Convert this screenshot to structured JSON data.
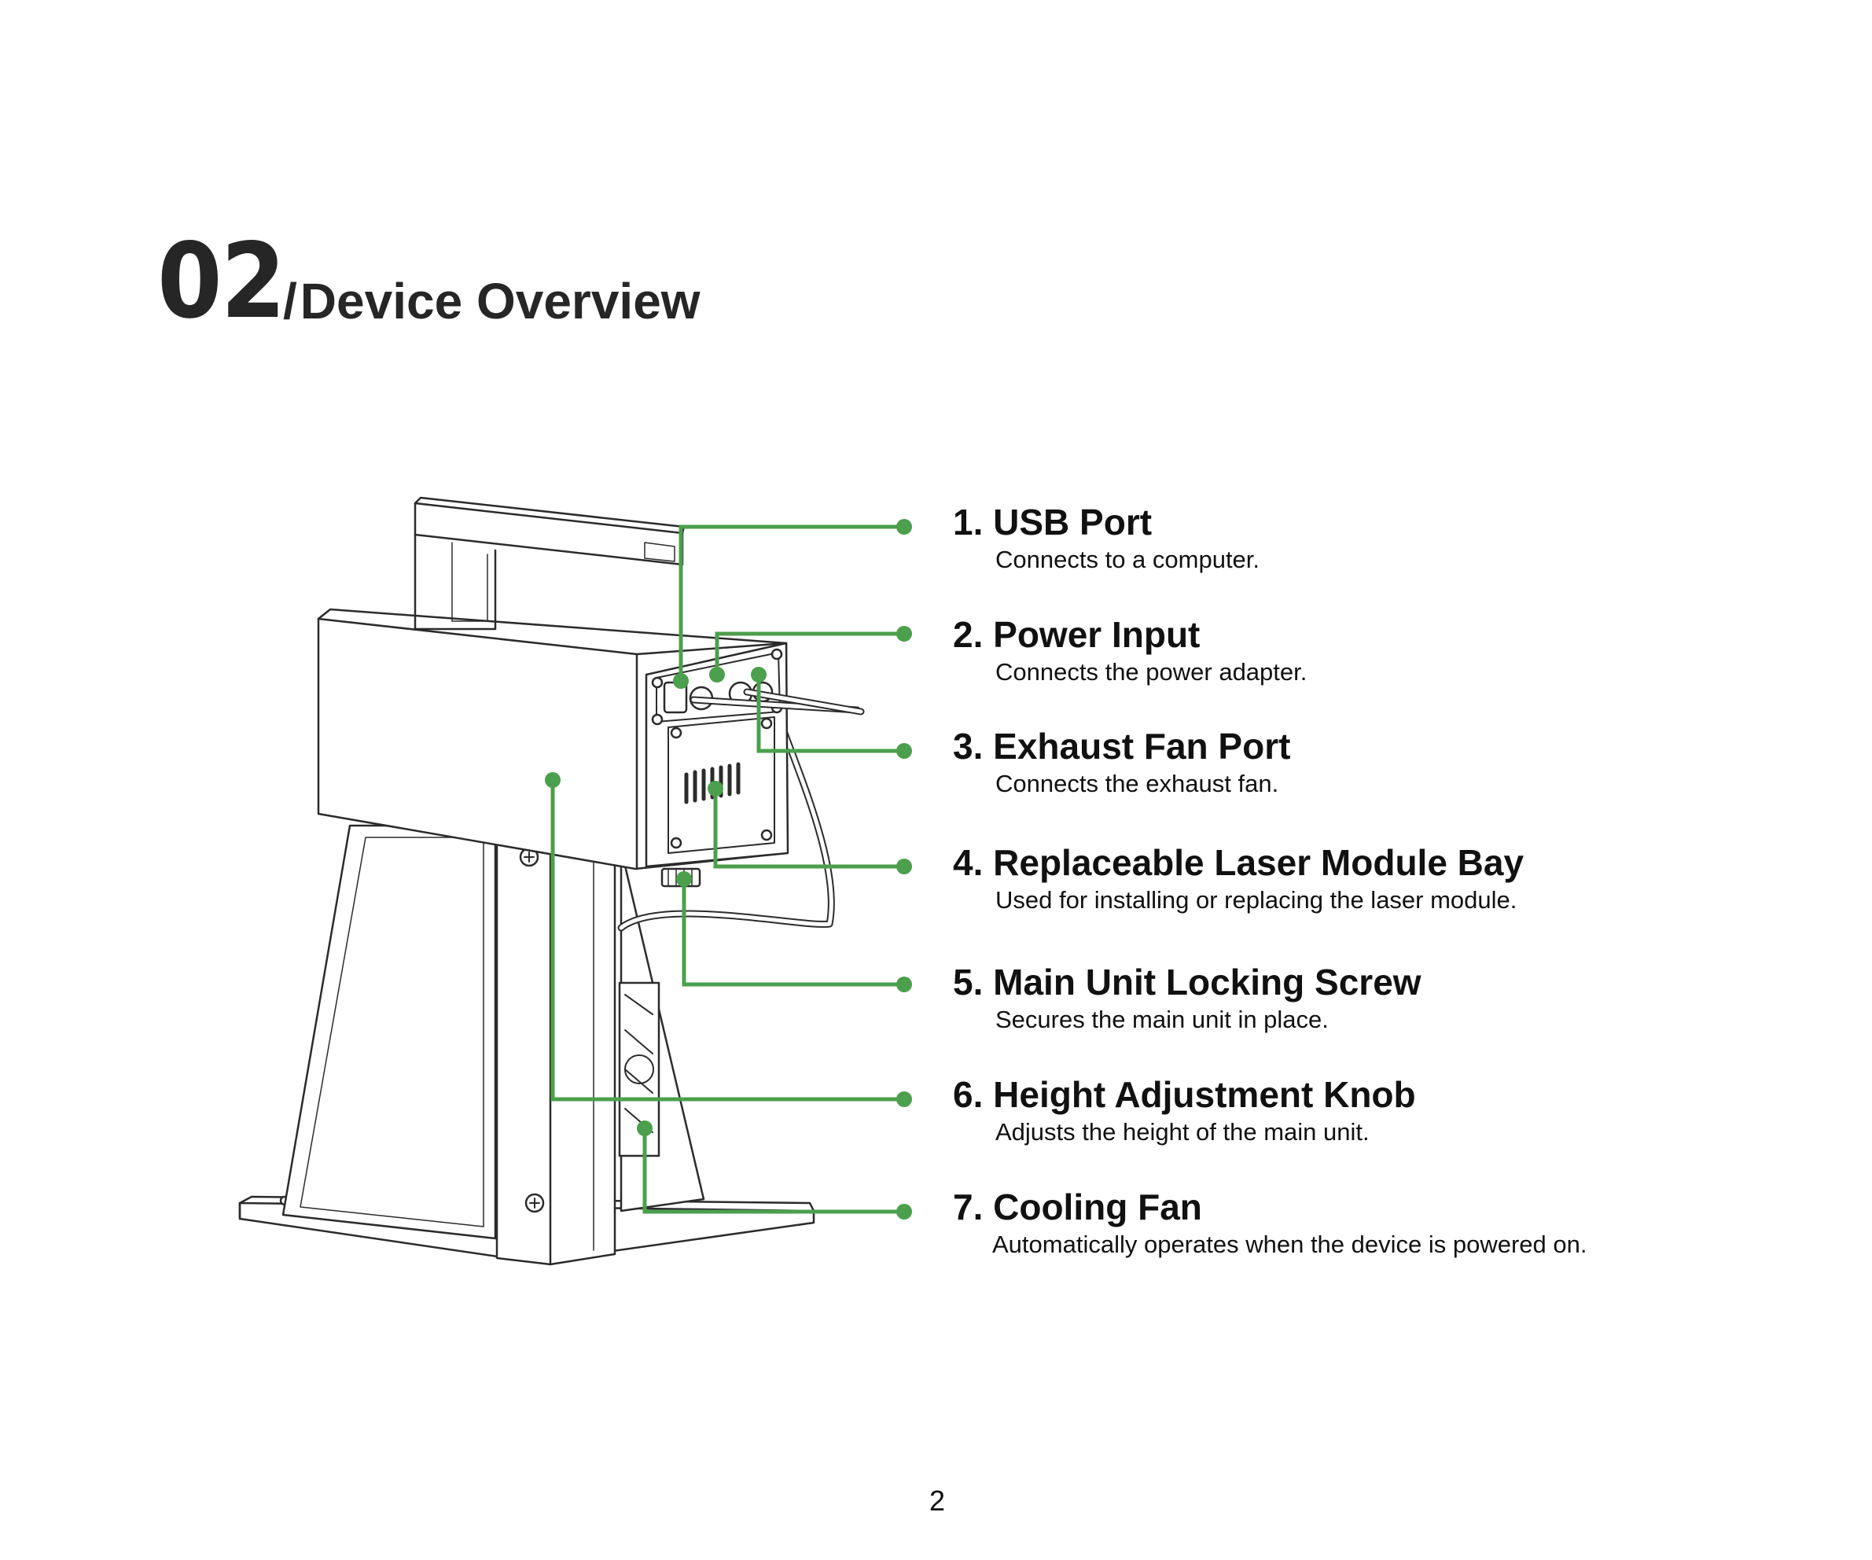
{
  "header": {
    "chapter_number": "02",
    "slash": "/",
    "title": "Device Overview"
  },
  "callouts": [
    {
      "title": "1. USB Port",
      "description": "Connects to a computer."
    },
    {
      "title": "2. Power Input",
      "description": "Connects the power adapter."
    },
    {
      "title": "3. Exhaust Fan Port",
      "description": "Connects the exhaust fan."
    },
    {
      "title": "4. Replaceable Laser Module Bay",
      "description": "Used for installing or replacing the laser module."
    },
    {
      "title": "5. Main Unit Locking Screw",
      "description": "Secures the main unit in place."
    },
    {
      "title": "6. Height Adjustment Knob",
      "description": "Adjusts the height of the main unit."
    },
    {
      "title": "7. Cooling Fan",
      "description": "Automatically operates when the device is powered on."
    }
  ],
  "colors": {
    "accent_green": "#4c9f4c",
    "line_art": "#2b2b2b",
    "heading": "#262626"
  },
  "footer": {
    "page_number": "2"
  }
}
